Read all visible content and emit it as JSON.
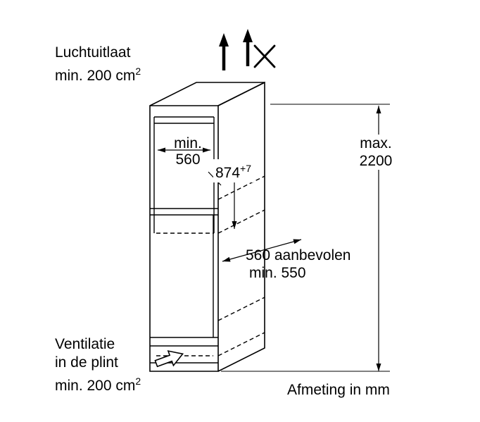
{
  "colors": {
    "background": "#ffffff",
    "line": "#000000",
    "text": "#000000"
  },
  "labels": {
    "air_outlet": {
      "line1": "Luchtuitlaat",
      "line2": "min. 200 cm",
      "sup": "2"
    },
    "plinth_vent": {
      "line1": "Ventilatie",
      "line2": "in de plint",
      "line3": "min. 200 cm",
      "sup": "2"
    },
    "units_note": "Afmeting in mm"
  },
  "dimensions": {
    "niche_width": {
      "line1": "min.",
      "line2": "560"
    },
    "niche_height": {
      "value": "874",
      "tolerance": "+7"
    },
    "max_height": {
      "line1": "max.",
      "line2": "2200"
    },
    "depth": {
      "line1": "560 aanbevolen",
      "line2": "min. 550"
    }
  },
  "icons": {
    "airflow_up": "airflow-up-arrow",
    "cross": "no-duct-cross",
    "plinth_arrow": "plinth-airflow-arrow"
  }
}
